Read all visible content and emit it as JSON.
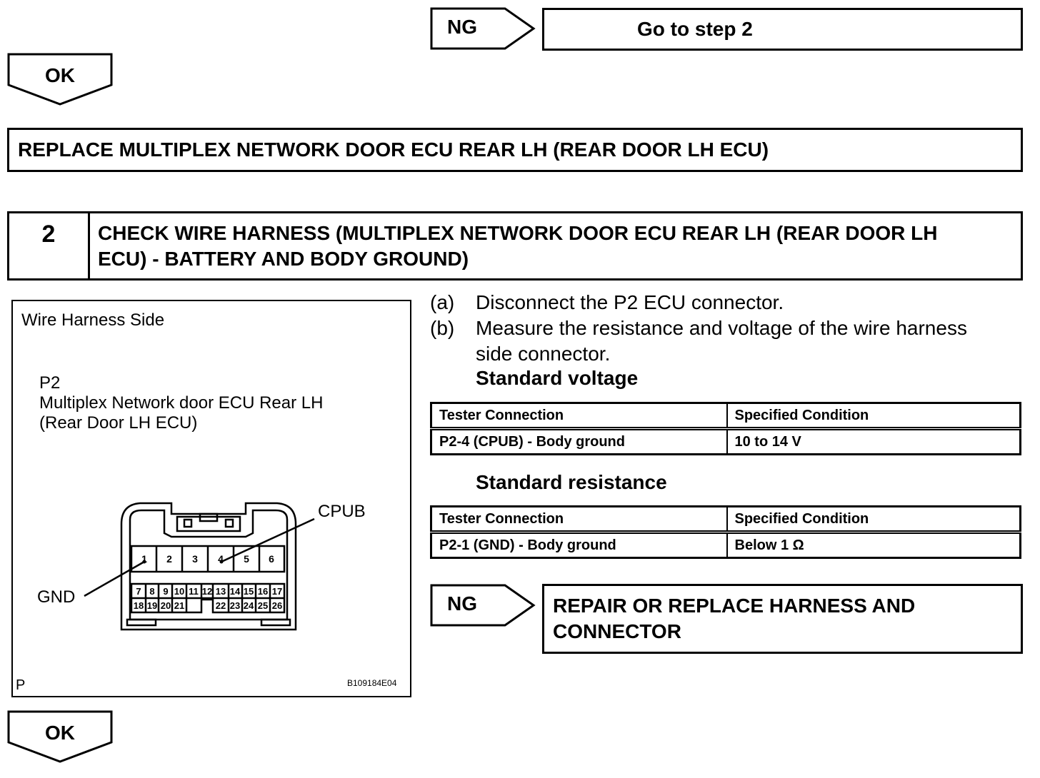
{
  "top_ng": {
    "label": "NG",
    "result": "Go to step 2"
  },
  "ok1": {
    "label": "OK"
  },
  "replace_box": "REPLACE MULTIPLEX NETWORK DOOR ECU REAR LH (REAR DOOR LH ECU)",
  "step": {
    "number": "2",
    "title_line1": "CHECK WIRE HARNESS (MULTIPLEX NETWORK DOOR ECU REAR LH (REAR DOOR LH",
    "title_line2": "ECU) - BATTERY AND BODY GROUND)"
  },
  "diagram": {
    "header": "Wire Harness Side",
    "connector_id": "P2",
    "connector_name": "Multiplex Network door ECU Rear LH",
    "connector_sub": "(Rear Door LH ECU)",
    "label_cpub": "CPUB",
    "label_gnd": "GND",
    "corner_p": "P",
    "code": "B109184E04",
    "pins_row1": [
      "1",
      "2",
      "3",
      "4",
      "5",
      "6"
    ],
    "pins_row2": [
      "7",
      "8",
      "9",
      "10",
      "11",
      "12",
      "13",
      "14",
      "15",
      "16",
      "17"
    ],
    "pins_row3_left": [
      "18",
      "19",
      "20",
      "21"
    ],
    "pins_row3_right": [
      "22",
      "23",
      "24",
      "25",
      "26"
    ]
  },
  "instructions": {
    "a_marker": "(a)",
    "a_text": "Disconnect the P2 ECU connector.",
    "b_marker": "(b)",
    "b_text_line1": "Measure the resistance and voltage of the wire harness",
    "b_text_line2": "side connector."
  },
  "voltage_table": {
    "heading": "Standard voltage",
    "col1": "Tester Connection",
    "col2": "Specified Condition",
    "row_connection": "P2-4 (CPUB) - Body ground",
    "row_condition": "10 to 14 V"
  },
  "resistance_table": {
    "heading": "Standard resistance",
    "col1": "Tester Connection",
    "col2": "Specified Condition",
    "row_connection": "P2-1 (GND) - Body ground",
    "row_condition": "Below 1 Ω"
  },
  "bottom_ng": {
    "label": "NG",
    "result_line1": "REPAIR OR REPLACE HARNESS AND",
    "result_line2": "CONNECTOR"
  },
  "ok2": {
    "label": "OK"
  }
}
